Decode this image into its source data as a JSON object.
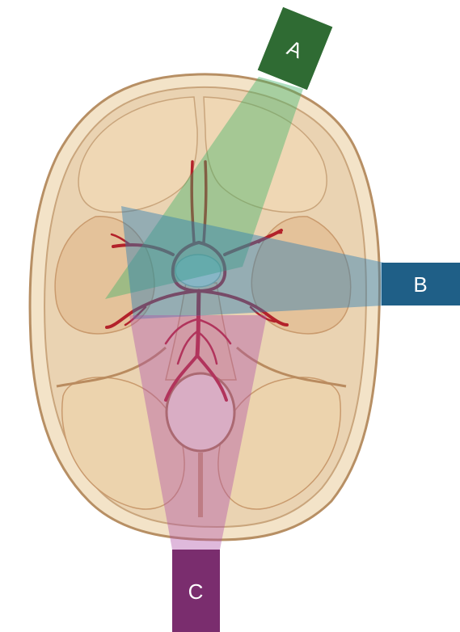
{
  "labels": {
    "a": "A",
    "b": "B",
    "c": "C"
  },
  "colors": {
    "background": "#ffffff",
    "skull_outer": "#f3e3c8",
    "skull_rim": "#b78f64",
    "bone_fill": "#e6c9a3",
    "bone_shadow": "#c99a6d",
    "artery": "#b3222a",
    "wedge_a": "#3fb36a",
    "wedge_b": "#2f7fb3",
    "wedge_c": "#b04fa8",
    "box_a": "#2f6b33",
    "box_b": "#1f5f87",
    "box_c": "#7a2d6e",
    "label_text": "#ffffff"
  },
  "icons": [
    "skull-base-illustration",
    "arterial-circle-illustration"
  ]
}
